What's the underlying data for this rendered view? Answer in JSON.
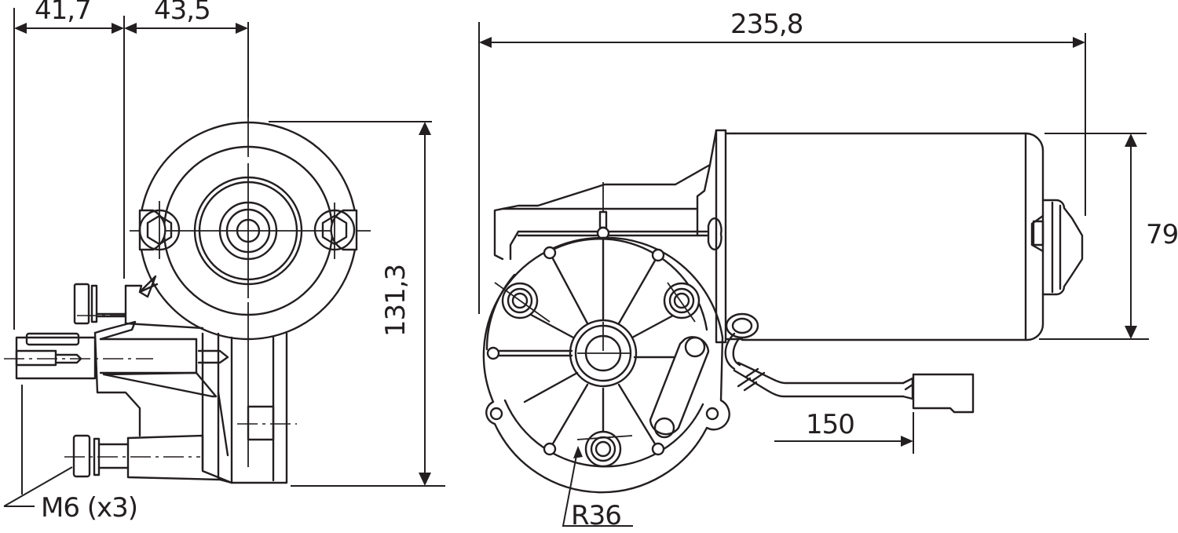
{
  "drawing": {
    "title": "Wiper motor dimensional drawing",
    "units": "mm",
    "views": [
      "end-view",
      "side-view"
    ]
  },
  "dimensions": {
    "width_left": "41,7",
    "width_right": "43,5",
    "height_end_view": "131,3",
    "overall_length": "235,8",
    "motor_diameter": "79",
    "cable_length": "150",
    "radius": "R36",
    "bolts": "M6 (x3)"
  },
  "colors": {
    "line": "#231f20",
    "background": "#ffffff"
  }
}
